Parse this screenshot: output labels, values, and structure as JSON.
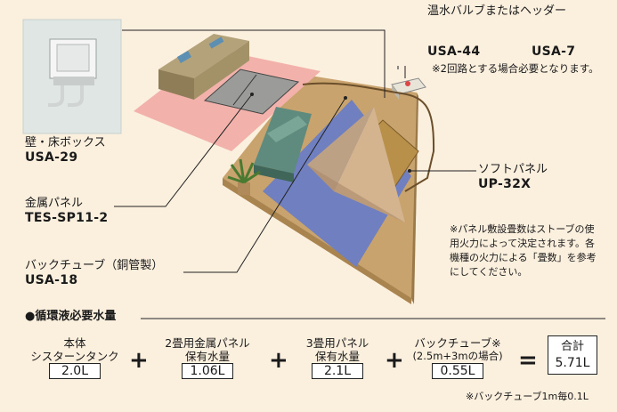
{
  "labels": {
    "box": {
      "name": "壁・床ボックス",
      "code": "USA-29"
    },
    "valve": {
      "name": "温水バルブまたはヘッダー",
      "code1": "USA-44",
      "code2": "USA-7",
      "note": "※2回路とする場合必要となります。"
    },
    "metal_panel": {
      "name": "金属パネル",
      "code": "TES-SP11-2"
    },
    "soft_panel": {
      "name": "ソフトパネル",
      "code": "UP-32X"
    },
    "back_tube": {
      "name": "バックチューブ（銅管製）",
      "code": "USA-18"
    },
    "panel_note": "※パネル敷設畳数はストーブの使用火力によって決定されます。各機種の火力による「畳数」を参考にしてください。"
  },
  "calc": {
    "title": "●循環液必要水量",
    "terms": [
      {
        "line1": "本体",
        "line2": "シスターンタンク",
        "value": "2.0L"
      },
      {
        "line1": "2畳用金属パネル",
        "line2": "保有水量",
        "value": "1.06L"
      },
      {
        "line1": "3畳用パネル",
        "line2": "保有水量",
        "value": "2.1L"
      },
      {
        "line1": "バックチューブ※",
        "line2": "(2.5m+3mの場合)",
        "value": "0.55L"
      }
    ],
    "plus": "+",
    "equals": "=",
    "total_label": "合計",
    "total_value": "5.71L",
    "footnote": "※バックチューブ1m毎0.1L"
  }
}
